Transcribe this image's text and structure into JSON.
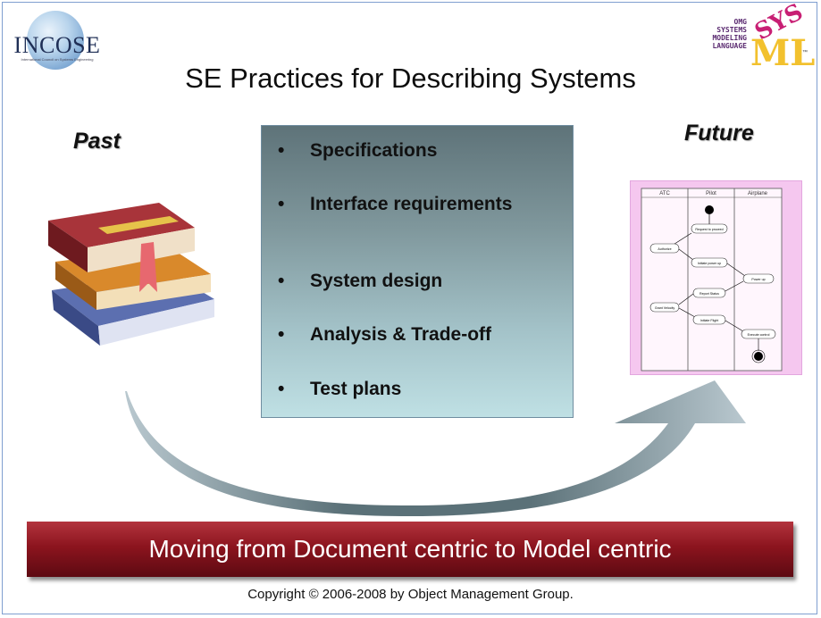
{
  "title": "SE Practices for Describing Systems",
  "logos": {
    "incose": {
      "name": "INCOSE",
      "tagline": "International Council on Systems Engineering"
    },
    "sysml": {
      "lines": [
        "OMG",
        "SYSTEMS",
        "MODELING",
        "LANGUAGE"
      ],
      "mark_top": "SYS",
      "mark_bottom": "ML",
      "tm": "™"
    }
  },
  "past_label": "Past",
  "future_label": "Future",
  "practices": [
    {
      "bullet": "•",
      "text": "Specifications"
    },
    {
      "bullet": "•",
      "text": "Interface requirements"
    },
    {
      "bullet": "•",
      "text": "System design"
    },
    {
      "bullet": "•",
      "text": "Analysis & Trade-off"
    },
    {
      "bullet": "•",
      "text": "Test plans"
    }
  ],
  "diagram": {
    "lanes": [
      "ATC",
      "Pilot",
      "Airplane"
    ],
    "nodes": [
      "Request to proceed",
      "Authorize",
      "Initiate power up",
      "Power up",
      "Report Status",
      "Grant Velocity",
      "Initiate Flight",
      "Execute control"
    ]
  },
  "banner": "Moving from Document centric to Model centric",
  "copyright": "Copyright © 2006-2008 by Object Management Group."
}
